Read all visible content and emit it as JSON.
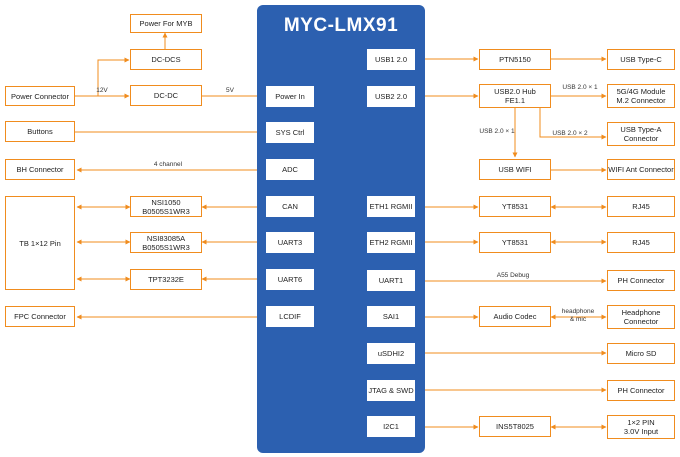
{
  "colors": {
    "accent": "#f08c1e",
    "chip": "#2c60b0",
    "chip_text": "#ffffff"
  },
  "chip": {
    "title": "MYC-LMX91"
  },
  "left_boxes": {
    "power_for_myb": "Power For MYB",
    "dc_dcs": "DC-DCS",
    "power_connector": "Power Connector",
    "dc_dc": "DC-DC",
    "buttons": "Buttons",
    "bh_connector": "BH Connector",
    "nsi1050": "NSI1050\nB0505S1WR3",
    "tb_pin": "TB 1×12 Pin",
    "nsi83085a": "NSI83085A\nB0505S1WR3",
    "tpt3232e": "TPT3232E",
    "fpc_connector": "FPC Connector"
  },
  "left_pins": {
    "power_in": "Power In",
    "sys_ctrl": "SYS Ctrl",
    "adc": "ADC",
    "can": "CAN",
    "uart3": "UART3",
    "uart6": "UART6",
    "lcdif": "LCDIF"
  },
  "right_pins": {
    "usb1": "USB1 2.0",
    "usb2": "USB2 2.0",
    "eth1": "ETH1 RGMII",
    "eth2": "ETH2 RGMII",
    "uart1": "UART1",
    "sai1": "SAI1",
    "usdhi2": "uSDHI2",
    "jtag": "JTAG & SWD",
    "i2c1": "I2C1"
  },
  "right_boxes": {
    "ptn5150": "PTN5150",
    "usb_type_c": "USB Type-C",
    "usb_hub": "USB2.0 Hub\nFE1.1",
    "module_5g": "5G/4G Module\nM.2 Connector",
    "usb_type_a": "USB Type-A\nConnector",
    "usb_wifi": "USB WIFI",
    "wifi_ant": "WIFI Ant Connector",
    "yt8531_1": "YT8531",
    "rj45_1": "RJ45",
    "yt8531_2": "YT8531",
    "rj45_2": "RJ45",
    "ph_connector_1": "PH Connector",
    "audio_codec": "Audio Codec",
    "headphone_connector": "Headphone\nConnector",
    "micro_sd": "Micro SD",
    "ph_connector_2": "PH Connector",
    "ins5t8025": "INS5T8025",
    "pin_input": "1×2 PIN\n3.0V Input"
  },
  "labels": {
    "v12": "12V",
    "v5": "5V",
    "four_channel": "4 channel",
    "usb_x1_a": "USB 2.0 × 1",
    "usb_x1_b": "USB 2.0 × 1",
    "usb_x2": "USB 2.0 × 2",
    "a55_debug": "A55 Debug",
    "headphone_mic": "headphone\n& mic"
  }
}
